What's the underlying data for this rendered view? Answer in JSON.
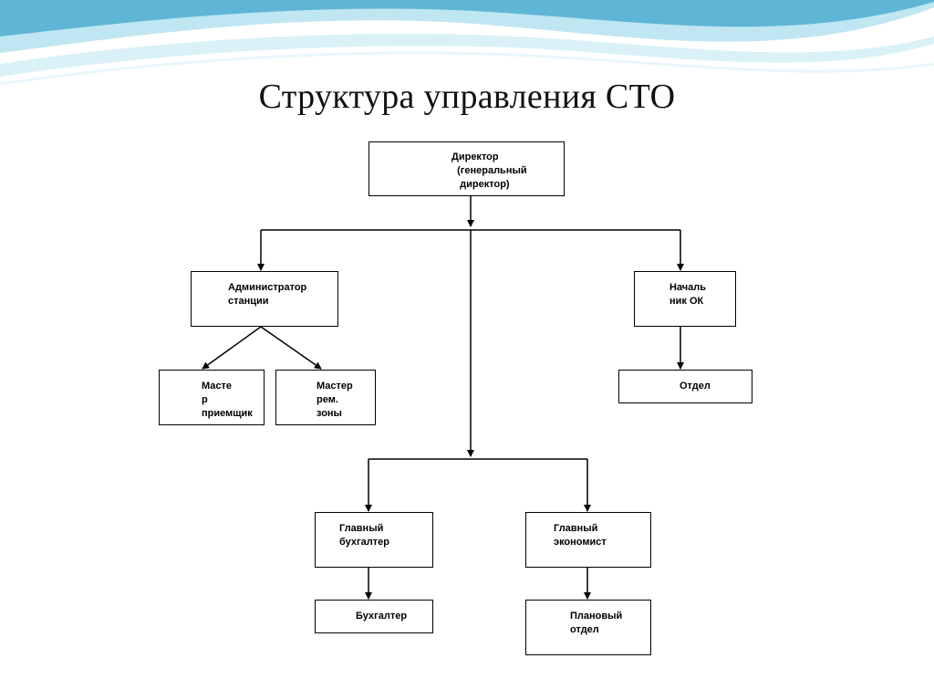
{
  "slide": {
    "title": "Структура управления СТО"
  },
  "colors": {
    "wave_dark": "#5fb5d6",
    "wave_light": "#bfe6f1",
    "stroke": "#000000"
  },
  "org_chart": {
    "director": "Директор\n  (генеральный\n   директор)",
    "station_admin": "Администратор\nстанции",
    "hr_head": "Началь\nник ОК",
    "hr_department": "Отдел",
    "master_left": "Масте\nр\nприемщик",
    "master_right": "Мастер\nрем.\nзоны",
    "chief_accountant": "Главный\nбухгалтер",
    "chief_economist": "Главный\nэкономист",
    "accountant": "Бухгалтер",
    "planning_department": "Плановый\nотдел"
  }
}
